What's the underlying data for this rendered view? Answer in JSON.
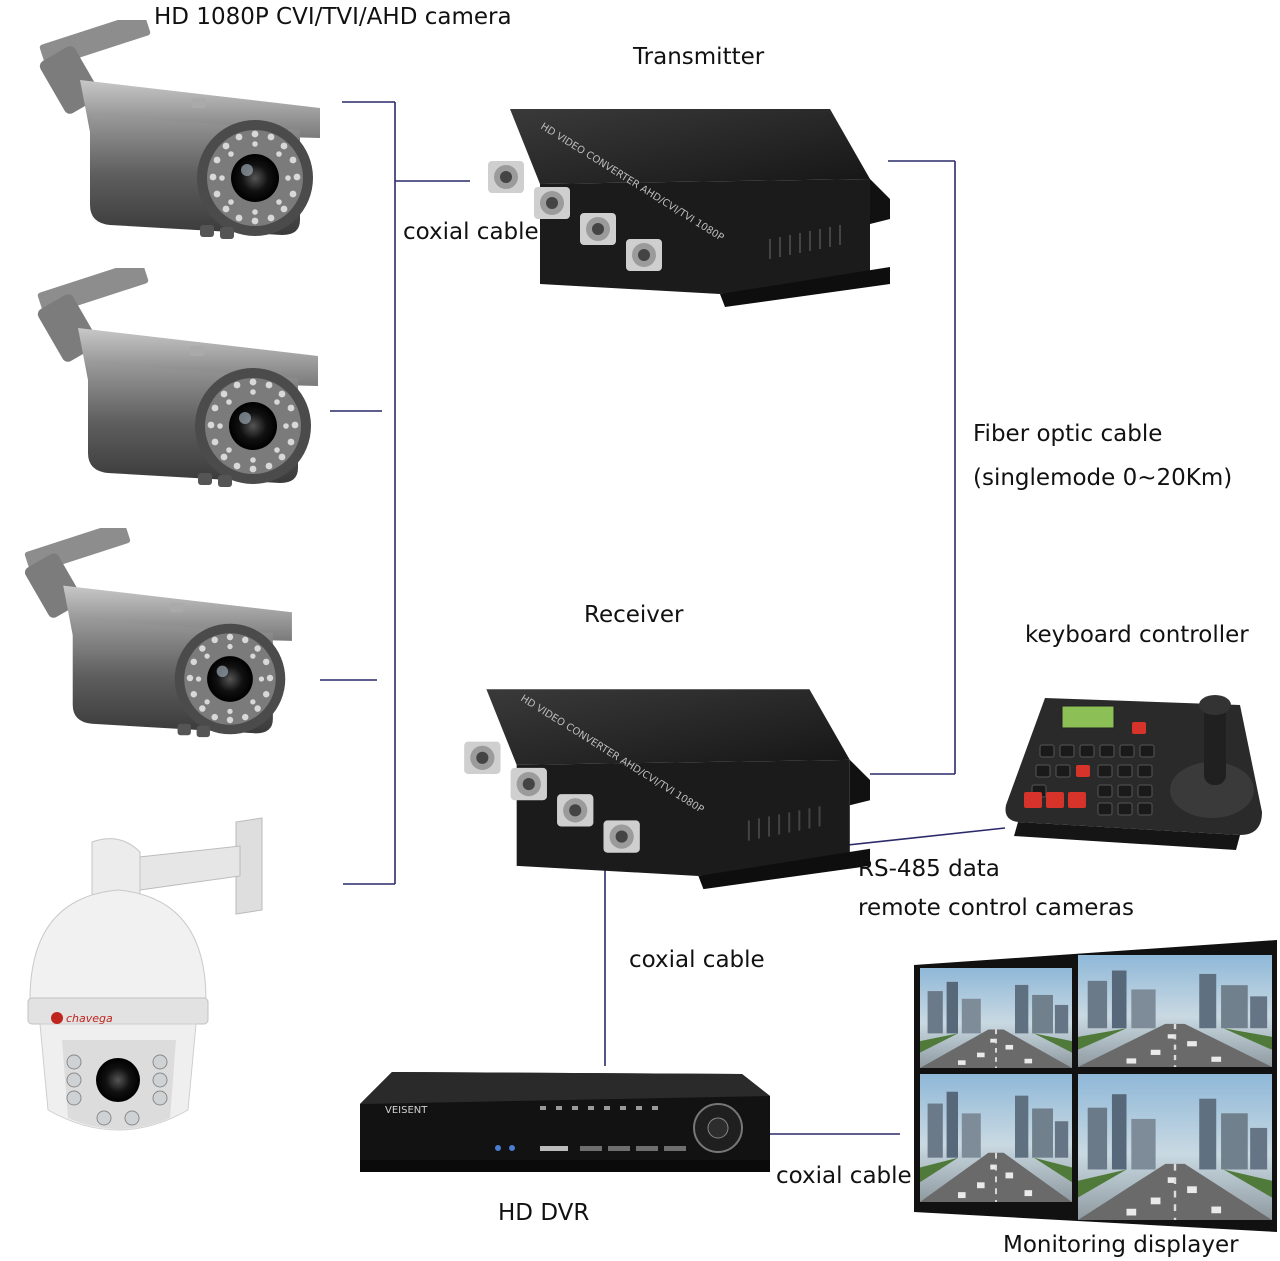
{
  "labels": {
    "camera_title": "HD 1080P CVI/TVI/AHD camera",
    "transmitter": "Transmitter",
    "coax_1": "coxial cable",
    "fiber_line1": "Fiber optic  cable",
    "fiber_line2": "(singlemode 0~20Km)",
    "receiver": "Receiver",
    "keyboard": "keyboard controller",
    "rs485_line1": "RS-485 data",
    "rs485_line2": "remote  control cameras",
    "coax_2": "coxial cable",
    "coax_3": "coxial cable",
    "dvr": "HD DVR",
    "monitor": "Monitoring displayer"
  },
  "device_text": {
    "transmitter_print": "HD VIDEO CONVERTER AHD/CVI/TVI 1080P",
    "receiver_print": "HD VIDEO CONVERTER AHD/CVI/TVI 1080P",
    "ptz_brand": "chavega",
    "dvr_brand": "VEISENT"
  },
  "colors": {
    "link_line": "#2a2a6a",
    "device_body": "#1b1b1b",
    "camera_gray": "#6e6e6e",
    "camera_light": "#b9b9b9",
    "ptz_white": "#e9e9e9",
    "brand_red": "#c0251d"
  }
}
